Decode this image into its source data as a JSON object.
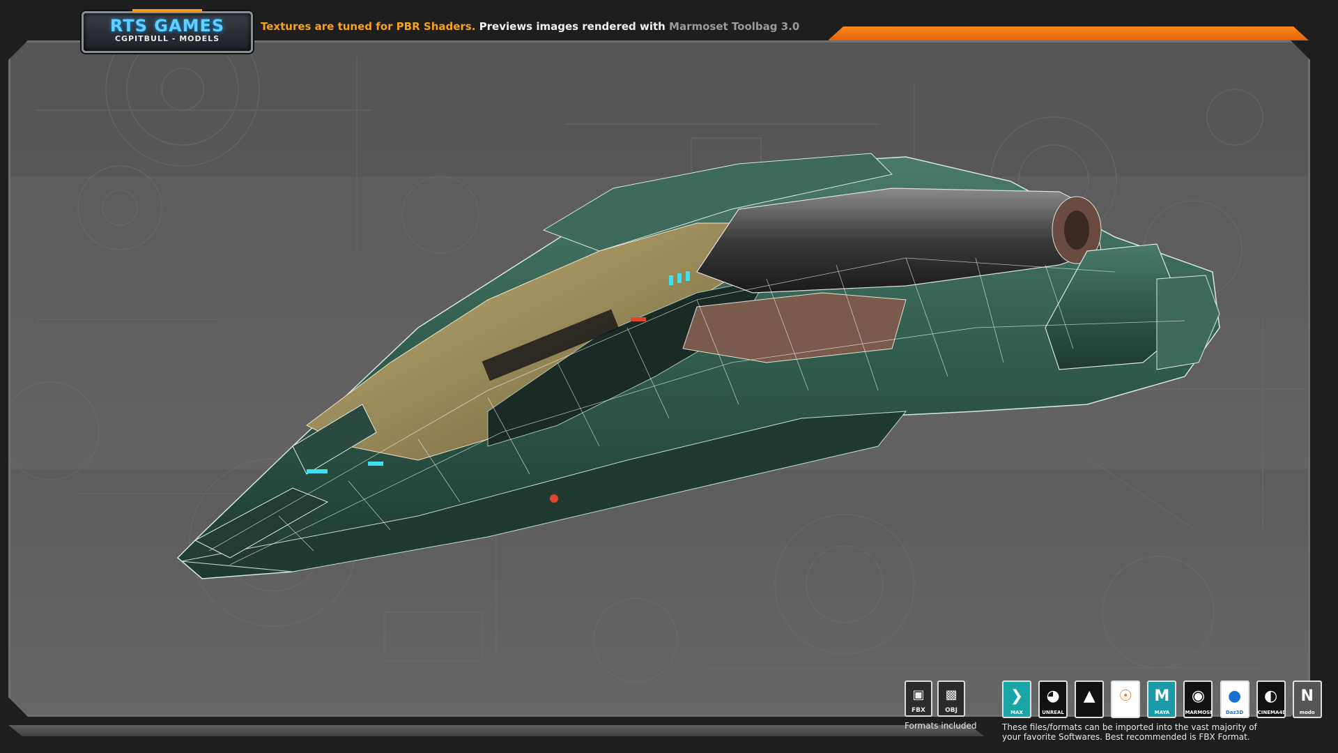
{
  "logo": {
    "title": "RTS GAMES",
    "subtitle": "CGPITBULL - MODELS"
  },
  "tagline": {
    "part1": "Textures are tuned for PBR Shaders.",
    "part2": " Previews images rendered with ",
    "part3": "Marmoset Toolbag 3.0"
  },
  "formats": {
    "items": [
      {
        "label": "FBX",
        "icon": "fbx-file-icon"
      },
      {
        "label": "OBJ",
        "icon": "obj-file-icon"
      }
    ],
    "caption": "Formats included"
  },
  "software": {
    "items": [
      {
        "label": "MAX",
        "icon": "3dsmax-icon",
        "color": "#1aa6a6"
      },
      {
        "label": "UNREAL",
        "icon": "unreal-icon",
        "color": "#111111"
      },
      {
        "label": "",
        "icon": "unity-icon",
        "color": "#111111"
      },
      {
        "label": "",
        "icon": "blender-icon",
        "color": "#ffffff"
      },
      {
        "label": "MAYA",
        "icon": "maya-icon",
        "color": "#1b9aa8"
      },
      {
        "label": "MARMOSET TOOLBAG",
        "icon": "marmoset-icon",
        "color": "#111111"
      },
      {
        "label": "Daz3D",
        "icon": "daz3d-icon",
        "color": "#ffffff"
      },
      {
        "label": "CINEMA4D",
        "icon": "cinema4d-icon",
        "color": "#111111"
      },
      {
        "label": "modo",
        "icon": "modo-icon",
        "color": "#555555"
      }
    ],
    "caption_line1": "These files/formats can be imported into the vast majority of",
    "caption_line2": "your favorite Softwares. Best recommended is FBX Format."
  },
  "colors": {
    "accent_orange": "#f3a31d",
    "bar_orange": "#ff8a1a",
    "logo_blue": "#5fd0ff",
    "hull_green": "#2f5a4c",
    "panel_gold": "#8a7a4a"
  }
}
